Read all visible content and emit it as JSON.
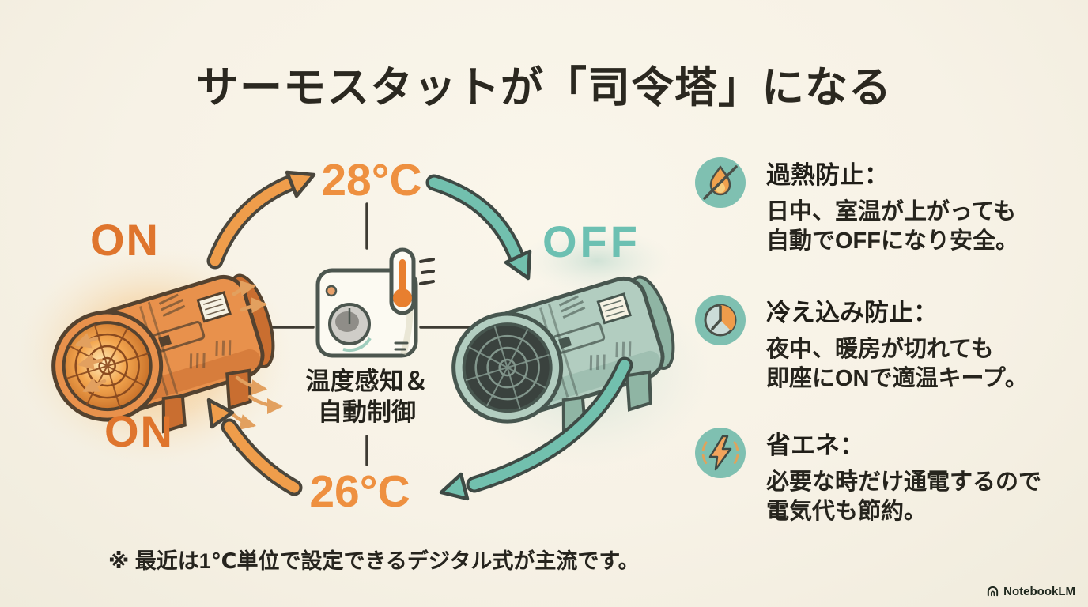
{
  "page": {
    "title": "サーモスタットが「司令塔」になる",
    "footnote": "※ 最近は1℃単位で設定できるデジタル式が主流です。",
    "brand": "NotebookLM"
  },
  "cycle": {
    "top_temp": "28°C",
    "bottom_temp": "26°C",
    "on_label_top": "ON",
    "on_label_bottom": "ON",
    "off_label": "OFF",
    "center_caption_line1": "温度感知＆",
    "center_caption_line2": "自動制御"
  },
  "benefits": [
    {
      "icon": "flame-off-icon",
      "title": "過熱防止：",
      "lines": [
        "日中、室温が上がっても",
        "自動でOFFになり安全。"
      ]
    },
    {
      "icon": "clock-icon",
      "title": "冷え込み防止：",
      "lines": [
        "夜中、暖房が切れても",
        "即座にONで適温キープ。"
      ]
    },
    {
      "icon": "lightning-icon",
      "title": "省エネ：",
      "lines": [
        "必要な時だけ通電するので",
        "電気代も節約。"
      ]
    }
  ],
  "colors": {
    "background": "#F7F2E6",
    "orange_accent": "#EE9040",
    "orange_deep": "#DF752D",
    "teal_accent": "#6CC0B2",
    "icon_circle": "#7FC0B1",
    "text_dark": "#26241D"
  }
}
